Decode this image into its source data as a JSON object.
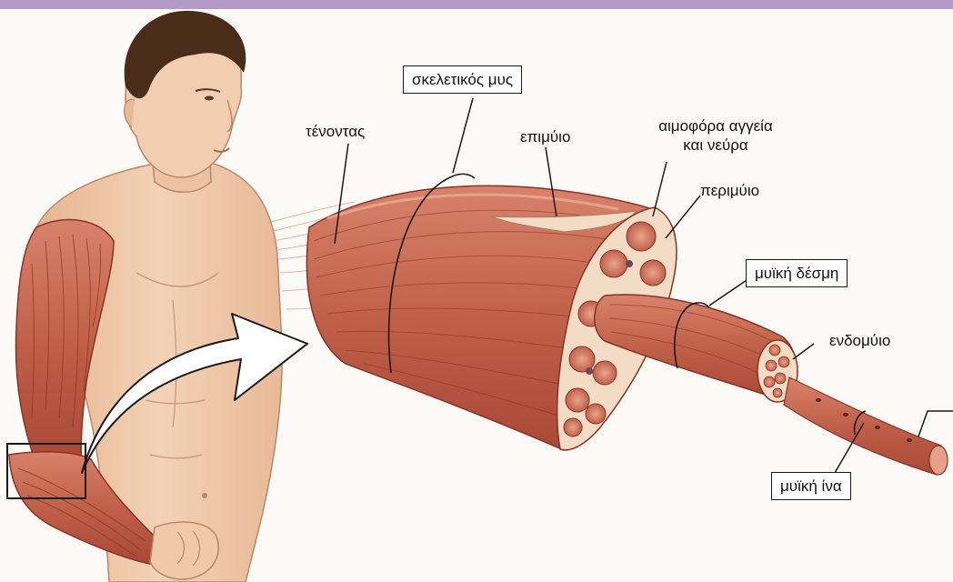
{
  "labels": {
    "skeletal_muscle": "σκελετικός μυς",
    "tendon": "τένοντας",
    "epimysium": "επιμύιο",
    "vessels_line1": "αιμοφόρα αγγεία",
    "vessels_line2": "και νεύρα",
    "perimysium": "περιμύιο",
    "fascicle": "μυϊκή δέσμη",
    "endomysium": "ενδομύιο",
    "muscle_fiber": "μυϊκή ίνα"
  },
  "colors": {
    "top_bar": "#b39ac9",
    "skin": "#f0c9a8",
    "skin_shadow": "#d9a583",
    "hair": "#4a2c1a",
    "muscle": "#c0604a",
    "muscle_dark": "#9c3f2e",
    "muscle_light": "#e3977e",
    "sheath": "#f3dcc6",
    "arrow_fill": "#ffffff",
    "line": "#1a1a1a"
  },
  "icons": {
    "figure": "human-torso-figure",
    "arrow": "large-white-arrow",
    "muscle": "muscle-cross-section-illustration"
  }
}
